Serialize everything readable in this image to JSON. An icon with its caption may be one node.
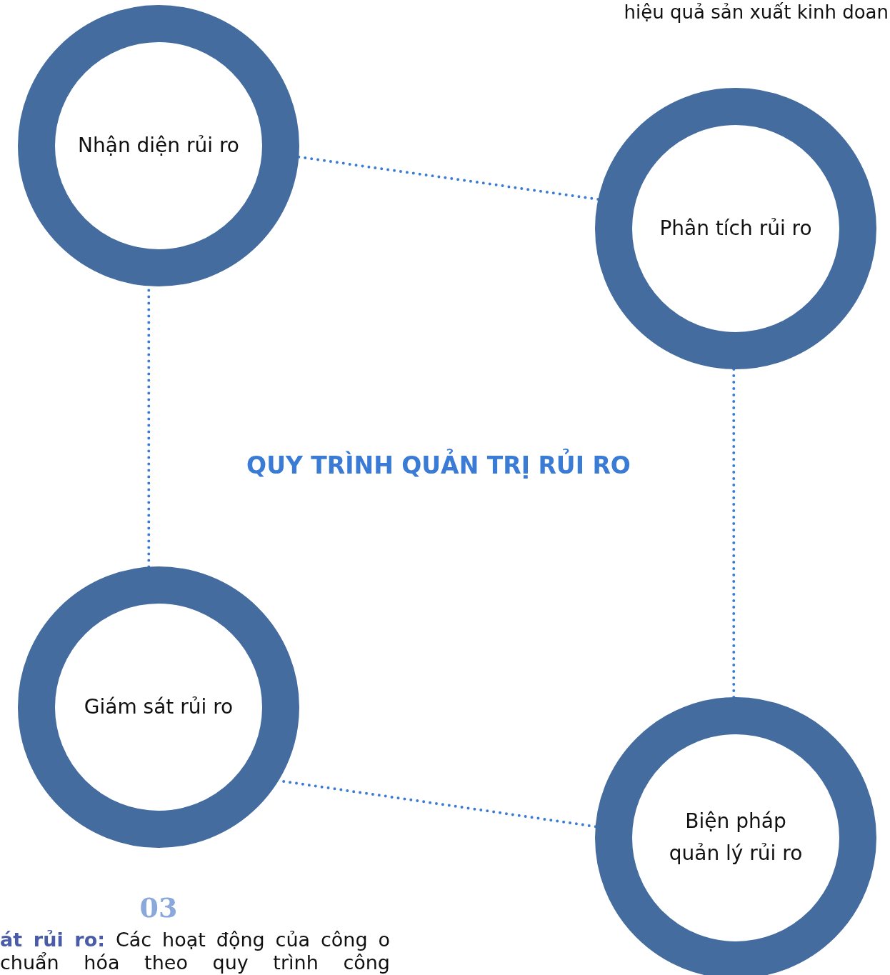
{
  "diagram": {
    "title": "QUY TRÌNH QUẢN TRỊ RỦI RO",
    "nodes": [
      {
        "text": [
          "Nhận diện rủi ro"
        ]
      },
      {
        "text": [
          "Phân tích rủi ro"
        ]
      },
      {
        "text": [
          "Giám sát rủi ro"
        ]
      },
      {
        "text": [
          "Biện pháp quản lý rủi ro"
        ]
      }
    ],
    "edges": [
      {
        "from": 0,
        "to": 1,
        "arrow": "none"
      },
      {
        "from": 1,
        "to": 3,
        "arrow": "none"
      },
      {
        "from": 3,
        "to": 2,
        "arrow": "none"
      },
      {
        "from": 2,
        "to": 0,
        "arrow": "none"
      }
    ],
    "labels": [
      "hiệu quả sản xuất kinh doan",
      "03",
      "**át rủi ro:** Các hoạt động của công o chuẩn hóa theo quy trình công"
    ]
  }
}
